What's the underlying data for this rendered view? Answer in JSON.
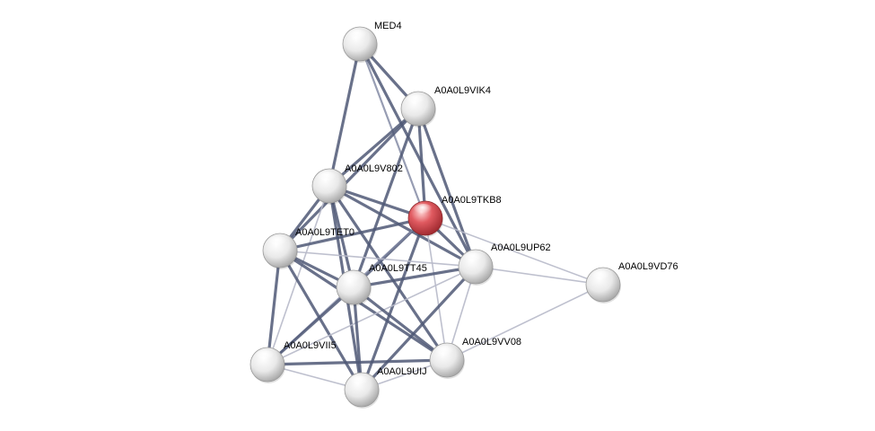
{
  "diagram": {
    "type": "protein-interaction-network",
    "colors": {
      "background": "#ffffff",
      "query_node": "#d9434a",
      "neighbor_node": "#e6e6e6",
      "edge_strong": "#4f5876",
      "edge_weak": "#b7b9c9",
      "label": "#000000"
    },
    "nodes": [
      {
        "id": "MED4",
        "label": "MED4",
        "query": false
      },
      {
        "id": "A0A0L9VIK4",
        "label": "A0A0L9VIK4",
        "query": false
      },
      {
        "id": "A0A0L9V802",
        "label": "A0A0L9V802",
        "query": false
      },
      {
        "id": "A0A0L9TKB8",
        "label": "A0A0L9TKB8",
        "query": true
      },
      {
        "id": "A0A0L9TET0",
        "label": "A0A0L9TET0",
        "query": false
      },
      {
        "id": "A0A0L9UP62",
        "label": "A0A0L9UP62",
        "query": false
      },
      {
        "id": "A0A0L9TT45",
        "label": "A0A0L9TT45",
        "query": false
      },
      {
        "id": "A0A0L9VD76",
        "label": "A0A0L9VD76",
        "query": false
      },
      {
        "id": "A0A0L9VV08",
        "label": "A0A0L9VV08",
        "query": false
      },
      {
        "id": "A0A0L9VII5",
        "label": "A0A0L9VII5",
        "query": false
      },
      {
        "id": "A0A0L9UIJ",
        "label": "A0A0L9UIJ",
        "query": false
      }
    ],
    "edges": [
      {
        "a": "MED4",
        "b": "A0A0L9VIK4",
        "strength": "strong"
      },
      {
        "a": "MED4",
        "b": "A0A0L9V802",
        "strength": "strong"
      },
      {
        "a": "MED4",
        "b": "A0A0L9TKB8",
        "strength": "medium"
      },
      {
        "a": "MED4",
        "b": "A0A0L9UP62",
        "strength": "strong"
      },
      {
        "a": "A0A0L9VIK4",
        "b": "A0A0L9V802",
        "strength": "strong"
      },
      {
        "a": "A0A0L9VIK4",
        "b": "A0A0L9TET0",
        "strength": "strong"
      },
      {
        "a": "A0A0L9VIK4",
        "b": "A0A0L9TKB8",
        "strength": "strong"
      },
      {
        "a": "A0A0L9VIK4",
        "b": "A0A0L9UP62",
        "strength": "strong"
      },
      {
        "a": "A0A0L9VIK4",
        "b": "A0A0L9TT45",
        "strength": "strong"
      },
      {
        "a": "A0A0L9V802",
        "b": "A0A0L9TKB8",
        "strength": "strong"
      },
      {
        "a": "A0A0L9V802",
        "b": "A0A0L9TET0",
        "strength": "strong"
      },
      {
        "a": "A0A0L9V802",
        "b": "A0A0L9UP62",
        "strength": "strong"
      },
      {
        "a": "A0A0L9V802",
        "b": "A0A0L9TT45",
        "strength": "strong"
      },
      {
        "a": "A0A0L9V802",
        "b": "A0A0L9VV08",
        "strength": "strong"
      },
      {
        "a": "A0A0L9V802",
        "b": "A0A0L9VII5",
        "strength": "weak"
      },
      {
        "a": "A0A0L9V802",
        "b": "A0A0L9UIJ",
        "strength": "strong"
      },
      {
        "a": "A0A0L9TKB8",
        "b": "A0A0L9TET0",
        "strength": "strong"
      },
      {
        "a": "A0A0L9TKB8",
        "b": "A0A0L9UP62",
        "strength": "strong"
      },
      {
        "a": "A0A0L9TKB8",
        "b": "A0A0L9TT45",
        "strength": "strong"
      },
      {
        "a": "A0A0L9TKB8",
        "b": "A0A0L9VD76",
        "strength": "weak"
      },
      {
        "a": "A0A0L9TKB8",
        "b": "A0A0L9VV08",
        "strength": "weak"
      },
      {
        "a": "A0A0L9TKB8",
        "b": "A0A0L9UIJ",
        "strength": "strong"
      },
      {
        "a": "A0A0L9TKB8",
        "b": "A0A0L9VII5",
        "strength": "medium"
      },
      {
        "a": "A0A0L9TET0",
        "b": "A0A0L9TT45",
        "strength": "strong"
      },
      {
        "a": "A0A0L9TET0",
        "b": "A0A0L9UP62",
        "strength": "weak"
      },
      {
        "a": "A0A0L9TET0",
        "b": "A0A0L9VII5",
        "strength": "strong"
      },
      {
        "a": "A0A0L9TET0",
        "b": "A0A0L9UIJ",
        "strength": "strong"
      },
      {
        "a": "A0A0L9TET0",
        "b": "A0A0L9VV08",
        "strength": "strong"
      },
      {
        "a": "A0A0L9UP62",
        "b": "A0A0L9TT45",
        "strength": "strong"
      },
      {
        "a": "A0A0L9UP62",
        "b": "A0A0L9VD76",
        "strength": "weak"
      },
      {
        "a": "A0A0L9UP62",
        "b": "A0A0L9VV08",
        "strength": "weak"
      },
      {
        "a": "A0A0L9UP62",
        "b": "A0A0L9VII5",
        "strength": "weak"
      },
      {
        "a": "A0A0L9UP62",
        "b": "A0A0L9UIJ",
        "strength": "strong"
      },
      {
        "a": "A0A0L9TT45",
        "b": "A0A0L9VII5",
        "strength": "strong"
      },
      {
        "a": "A0A0L9TT45",
        "b": "A0A0L9UIJ",
        "strength": "strong"
      },
      {
        "a": "A0A0L9TT45",
        "b": "A0A0L9VV08",
        "strength": "strong"
      },
      {
        "a": "A0A0L9VD76",
        "b": "A0A0L9VV08",
        "strength": "weak"
      },
      {
        "a": "A0A0L9VII5",
        "b": "A0A0L9VV08",
        "strength": "strong"
      },
      {
        "a": "A0A0L9VII5",
        "b": "A0A0L9UIJ",
        "strength": "weak"
      },
      {
        "a": "A0A0L9VV08",
        "b": "A0A0L9UIJ",
        "strength": "weak"
      }
    ]
  }
}
